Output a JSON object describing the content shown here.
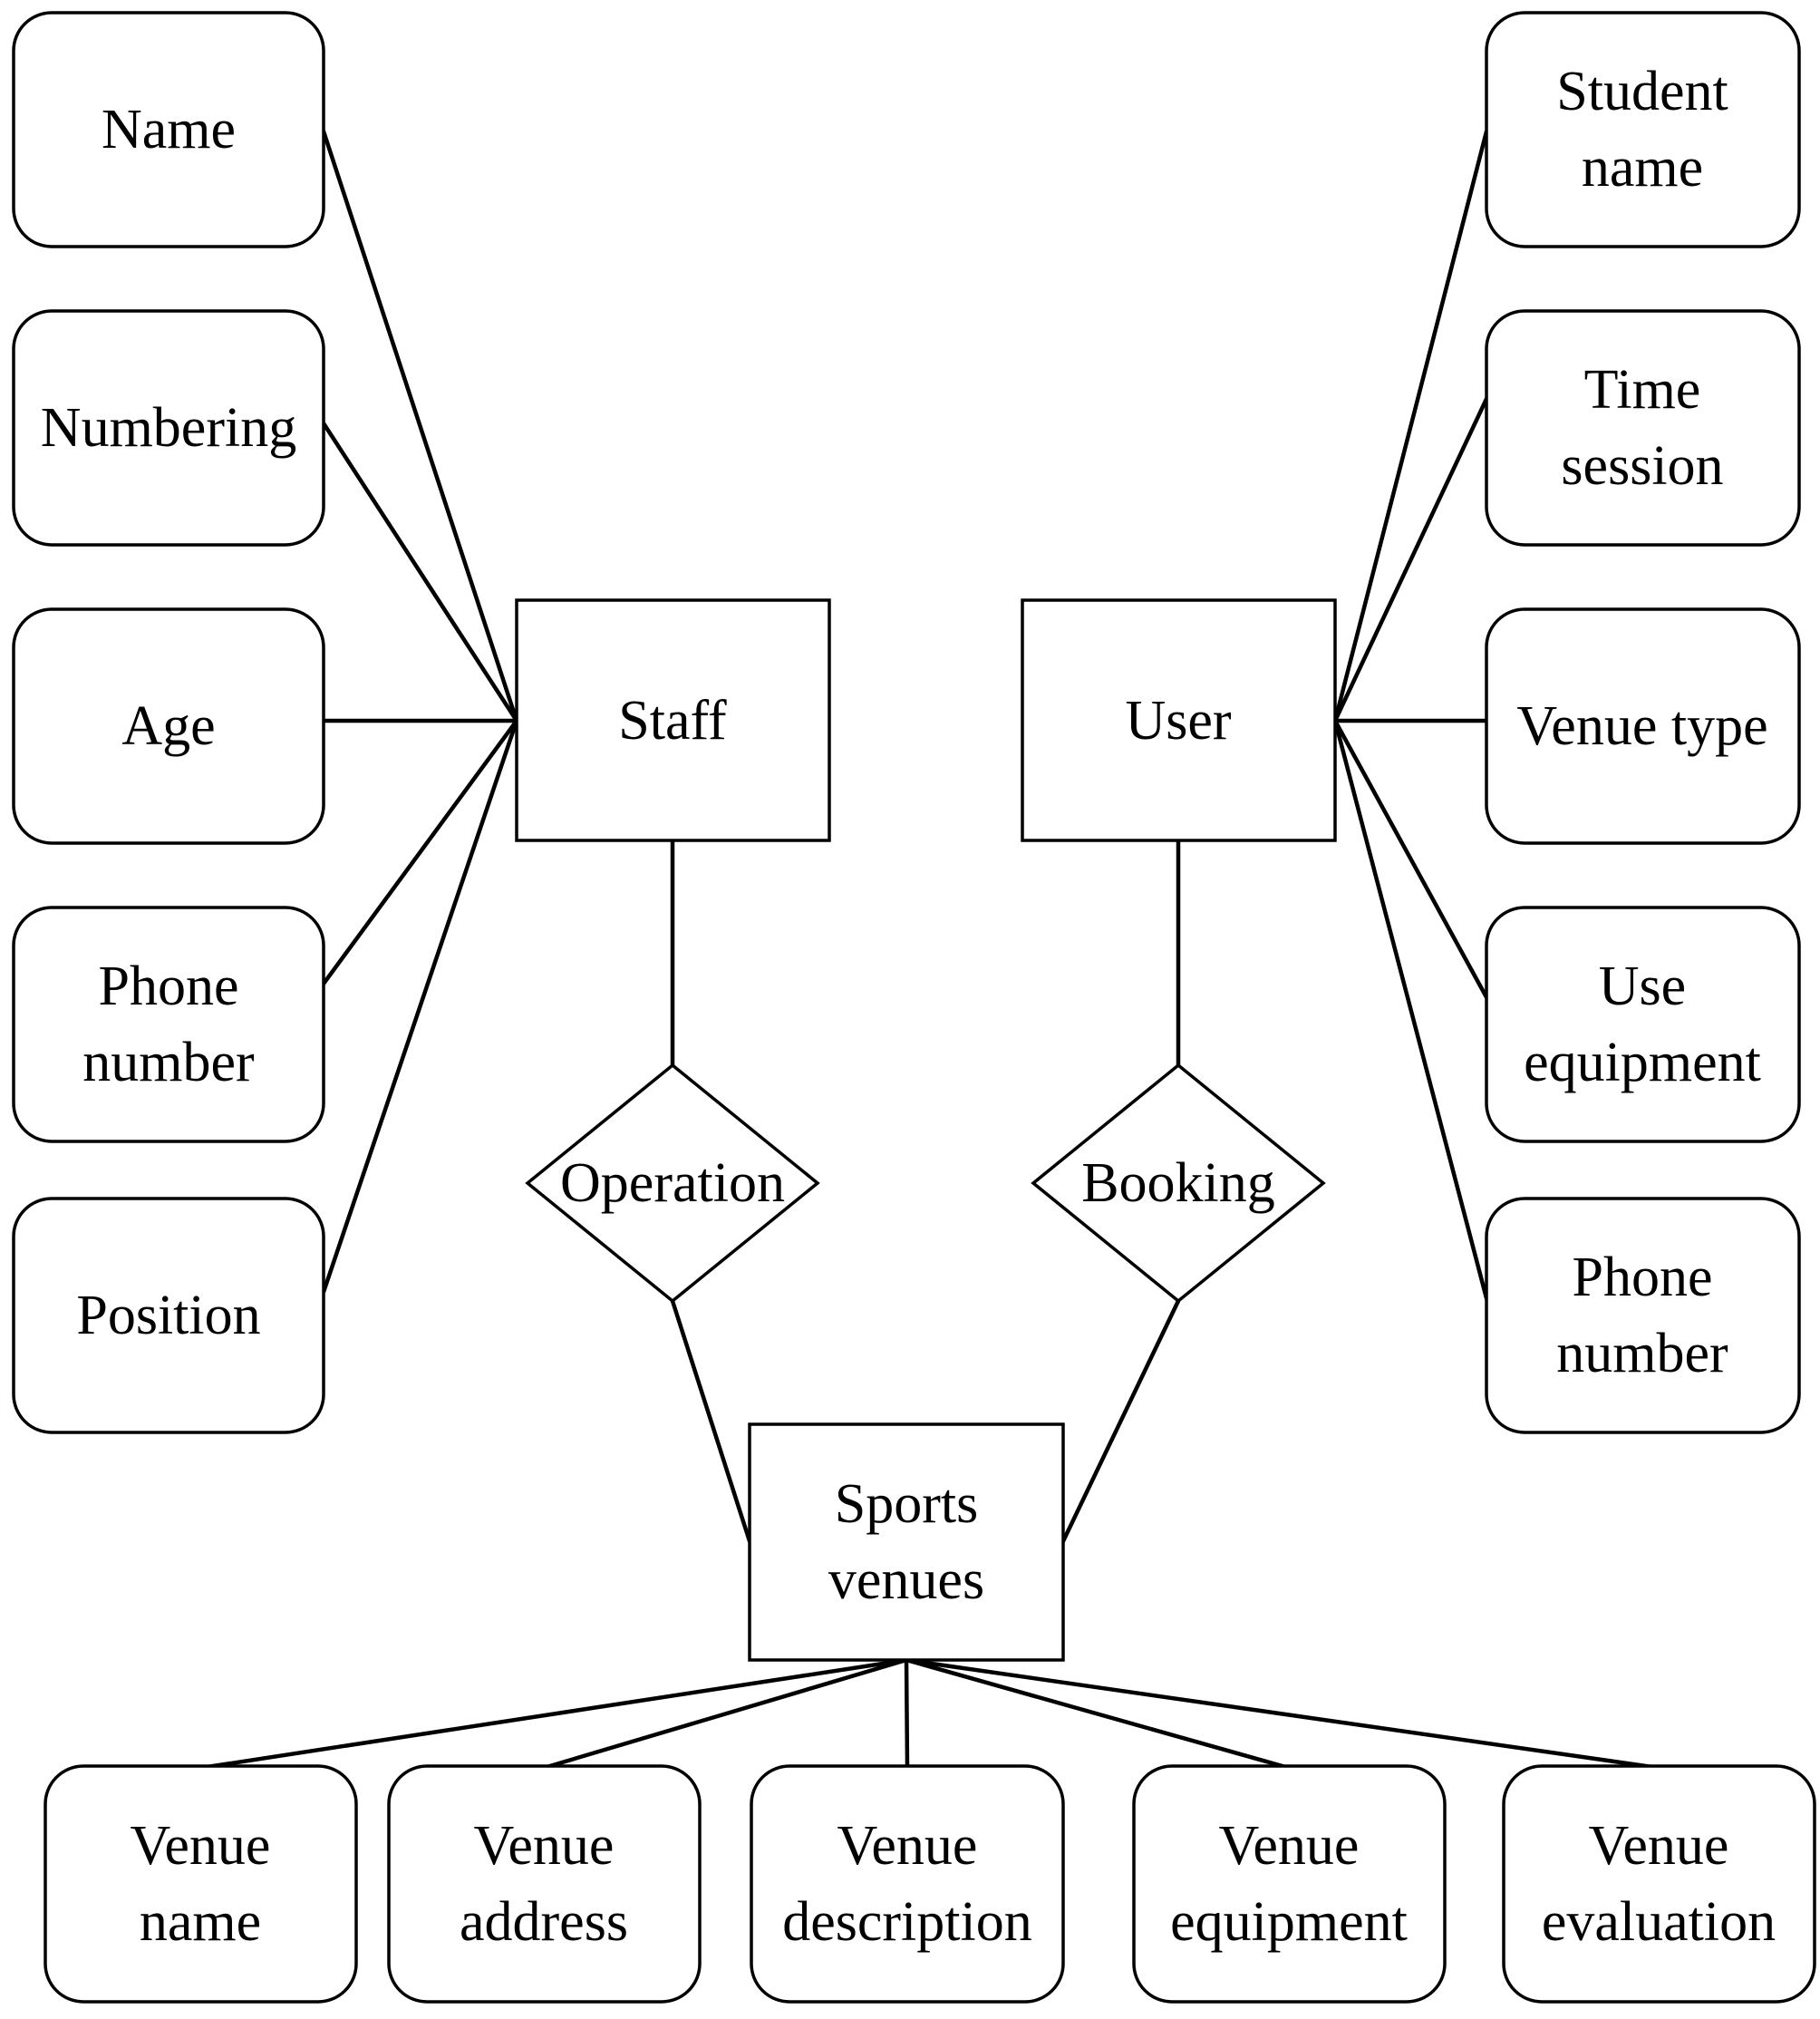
{
  "diagram": {
    "type": "entity-relationship-diagram",
    "colors": {
      "background": "#ffffff",
      "stroke": "#000000",
      "text": "#000000"
    },
    "entities": {
      "staff": {
        "label": "Staff"
      },
      "user": {
        "label": "User"
      },
      "sports_venues": {
        "label": "Sports venues",
        "line1": "Sports",
        "line2": "venues"
      }
    },
    "relationships": {
      "operation": {
        "label": "Operation"
      },
      "booking": {
        "label": "Booking"
      }
    },
    "staff_attributes": [
      {
        "label": "Name"
      },
      {
        "label": "Numbering"
      },
      {
        "label": "Age"
      },
      {
        "label": "Phone number",
        "line1": "Phone",
        "line2": "number"
      },
      {
        "label": "Position"
      }
    ],
    "user_attributes": [
      {
        "label": "Student name",
        "line1": "Student",
        "line2": "name"
      },
      {
        "label": "Time session",
        "line1": "Time",
        "line2": "session"
      },
      {
        "label": "Venue type"
      },
      {
        "label": "Use equipment",
        "line1": "Use",
        "line2": "equipment"
      },
      {
        "label": "Phone number",
        "line1": "Phone",
        "line2": "number"
      }
    ],
    "venue_attributes": [
      {
        "label": "Venue name",
        "line1": "Venue",
        "line2": "name"
      },
      {
        "label": "Venue address",
        "line1": "Venue",
        "line2": "address"
      },
      {
        "label": "Venue description",
        "line1": "Venue",
        "line2": "description"
      },
      {
        "label": "Venue equipment",
        "line1": "Venue",
        "line2": "equipment"
      },
      {
        "label": "Venue evaluation",
        "line1": "Venue",
        "line2": "evaluation"
      }
    ]
  }
}
